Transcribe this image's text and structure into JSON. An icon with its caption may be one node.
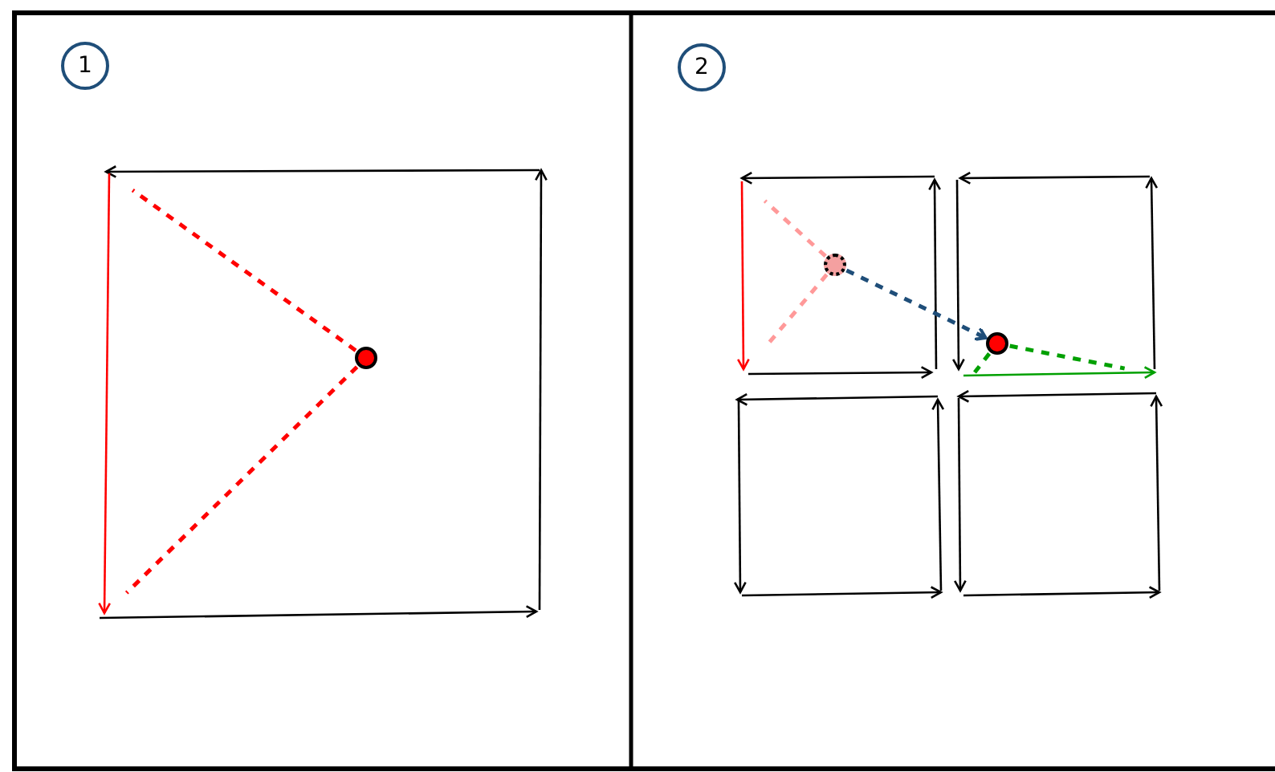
{
  "diagram": {
    "nodes": [
      {
        "text": [
          "1"
        ]
      },
      {
        "text": [
          "2"
        ]
      },
      {
        "text": [],
        "shape": "circle"
      },
      {
        "text": [],
        "shape": "circle"
      },
      {
        "text": [],
        "shape": "circle"
      }
    ],
    "edges": [
      {
        "from": 2,
        "to": null,
        "arrow": "none",
        "style": "dashed",
        "color": "#ff0000"
      },
      {
        "from": 2,
        "to": null,
        "arrow": "none",
        "style": "dashed",
        "color": "#ff0000"
      },
      {
        "from": 3,
        "to": null,
        "arrow": "none",
        "style": "dashed",
        "color": "#ff9999"
      },
      {
        "from": 3,
        "to": null,
        "arrow": "none",
        "style": "dashed",
        "color": "#ff9999"
      },
      {
        "from": 3,
        "to": 4,
        "arrow": "to",
        "style": "dashed",
        "color": "#1f4e79"
      },
      {
        "from": 4,
        "to": null,
        "arrow": "none",
        "style": "dashed",
        "color": "#00a000"
      },
      {
        "from": 4,
        "to": null,
        "arrow": "none",
        "style": "dashed",
        "color": "#00a000"
      }
    ]
  }
}
